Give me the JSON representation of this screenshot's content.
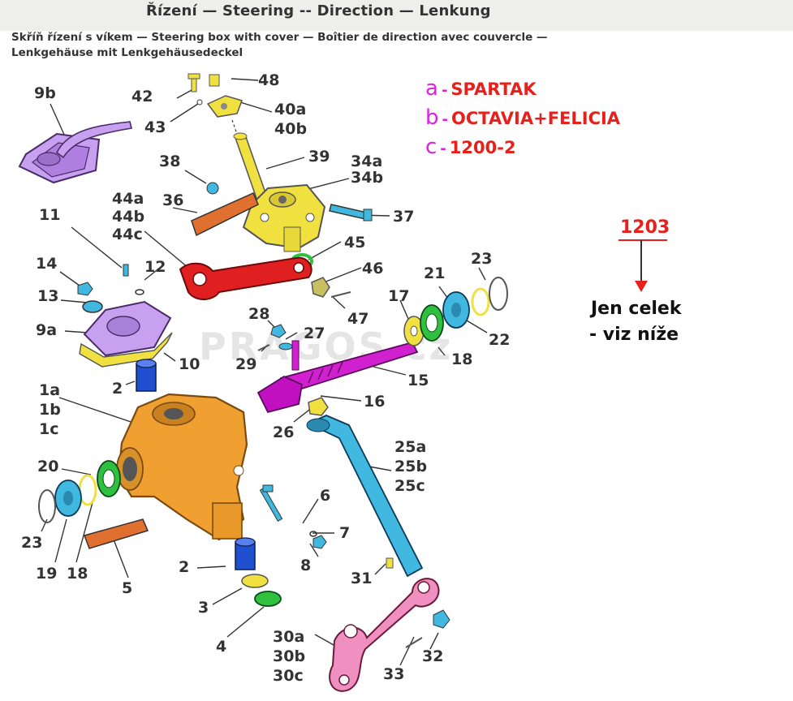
{
  "header": {
    "title": "Řízení — Steering -- Direction — Lenkung",
    "subtitle_line1": "Skříň řízení s víkem — Steering box with cover — Boîtier de direction avec couvercle —",
    "subtitle_line2": "Lenkgehäuse mit Lenkgehäusedeckel"
  },
  "legend": [
    {
      "letter": "a",
      "name": "SPARTAK"
    },
    {
      "letter": "b",
      "name": "OCTAVIA+FELICIA"
    },
    {
      "letter": "c",
      "name": "1200-2"
    }
  ],
  "note": {
    "model": "1203",
    "line1": "Jen celek",
    "line2": "- viz níže"
  },
  "watermark": "PRAGOS.cz",
  "labels": {
    "n9b": "9b",
    "n42": "42",
    "n48": "48",
    "n43": "43",
    "n40a": "40a",
    "n40b": "40b",
    "n39": "39",
    "n38": "38",
    "n34a": "34a",
    "n34b": "34b",
    "n44a": "44a",
    "n44b": "44b",
    "n44c": "44c",
    "n36": "36",
    "n37": "37",
    "n11": "11",
    "n45": "45",
    "n14": "14",
    "n12": "12",
    "n46": "46",
    "n23a": "23",
    "n21": "21",
    "n13": "13",
    "n17": "17",
    "n47": "47",
    "n28": "28",
    "n9a": "9a",
    "n27": "27",
    "n22": "22",
    "n18a": "18",
    "n29": "29",
    "n10": "10",
    "n15": "15",
    "n1a": "1a",
    "n2a": "2",
    "n16": "16",
    "n1b": "1b",
    "n1c": "1c",
    "n26": "26",
    "n25a": "25a",
    "n25b": "25b",
    "n25c": "25c",
    "n20": "20",
    "n6": "6",
    "n7": "7",
    "n23b": "23",
    "n8": "8",
    "n19": "19",
    "n18b": "18",
    "n31": "31",
    "n2b": "2",
    "n5": "5",
    "n3": "3",
    "n4": "4",
    "n30a": "30a",
    "n30b": "30b",
    "n30c": "30c",
    "n32": "32",
    "n33": "33"
  },
  "colors": {
    "legend_letter": "#e020e0",
    "legend_text": "#e8201c",
    "note_arrow": "#e8201c",
    "housing": "#f0a030",
    "cover": "#c8a0f0",
    "bearing_cap": "#f0e040",
    "pitman_arm": "#e02020",
    "worm_shaft": "#d020d0",
    "sector_shaft": "#40b8e0",
    "steering_arm": "#f090c0",
    "bearing": "#30c040",
    "bushing": "#2050d0",
    "gasket": "#e07030"
  }
}
